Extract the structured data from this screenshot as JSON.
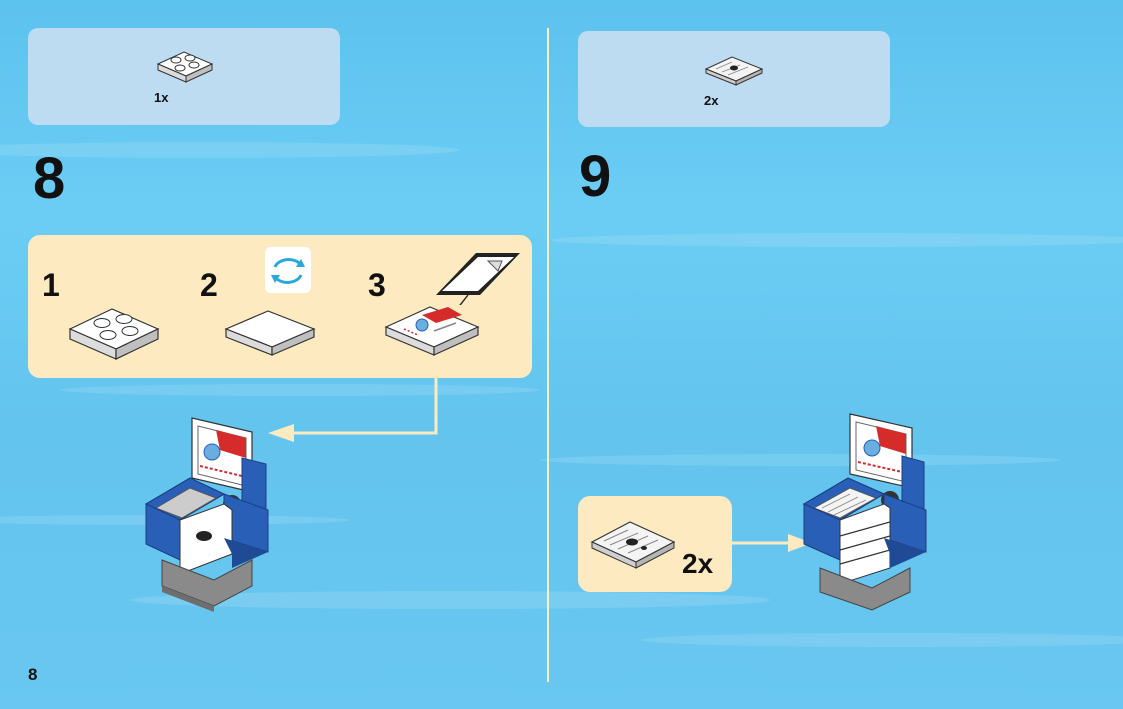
{
  "page_number": "8",
  "left_step": {
    "number": "8",
    "parts_quantity": "1x",
    "sub_steps": [
      {
        "number": "1"
      },
      {
        "number": "2"
      },
      {
        "number": "3"
      }
    ],
    "rotate_icon": "rotate-icon"
  },
  "right_step": {
    "number": "9",
    "parts_quantity": "2x",
    "callout_quantity": "2x"
  },
  "colors": {
    "sky": "#63c4ee",
    "parts_box": "#bddcf2",
    "sub_panel": "#fdeac0",
    "divider": "#f8f0c8",
    "brick_blue": "#2a5fb8",
    "brick_grey": "#8a8a8a"
  }
}
